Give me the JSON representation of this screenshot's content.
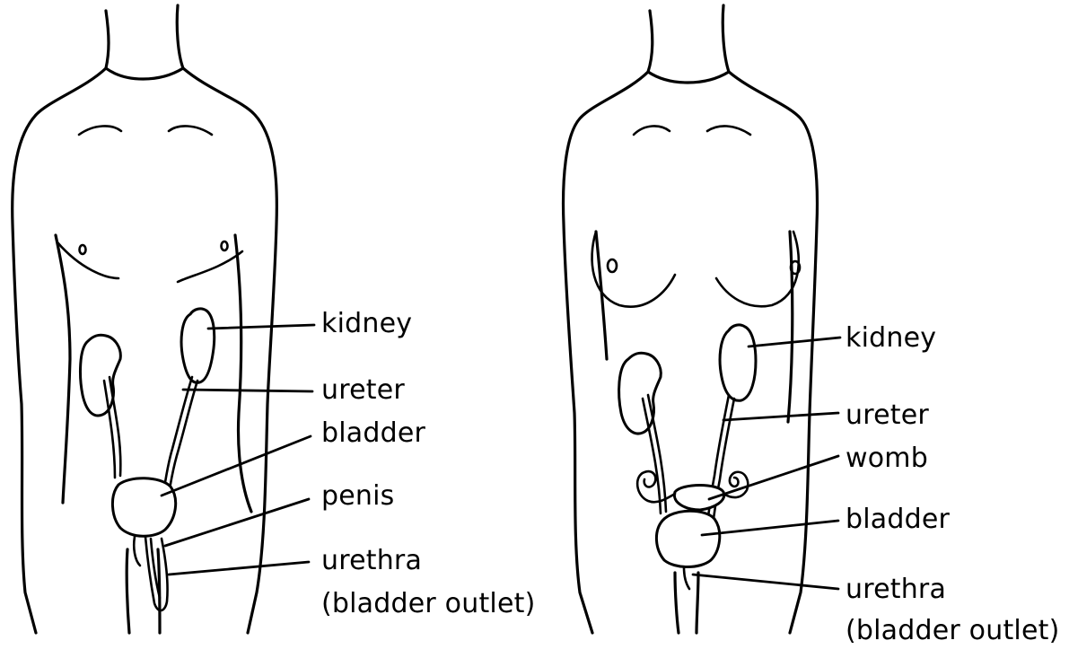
{
  "male_figure": {
    "labels": {
      "kidney": "kidney",
      "ureter": "ureter",
      "bladder": "bladder",
      "penis": "penis",
      "urethra": "urethra",
      "urethra_note": "(bladder outlet)"
    }
  },
  "female_figure": {
    "labels": {
      "kidney": "kidney",
      "ureter": "ureter",
      "womb": "womb",
      "bladder": "bladder",
      "urethra": "urethra",
      "urethra_note": "(bladder outlet)"
    }
  }
}
